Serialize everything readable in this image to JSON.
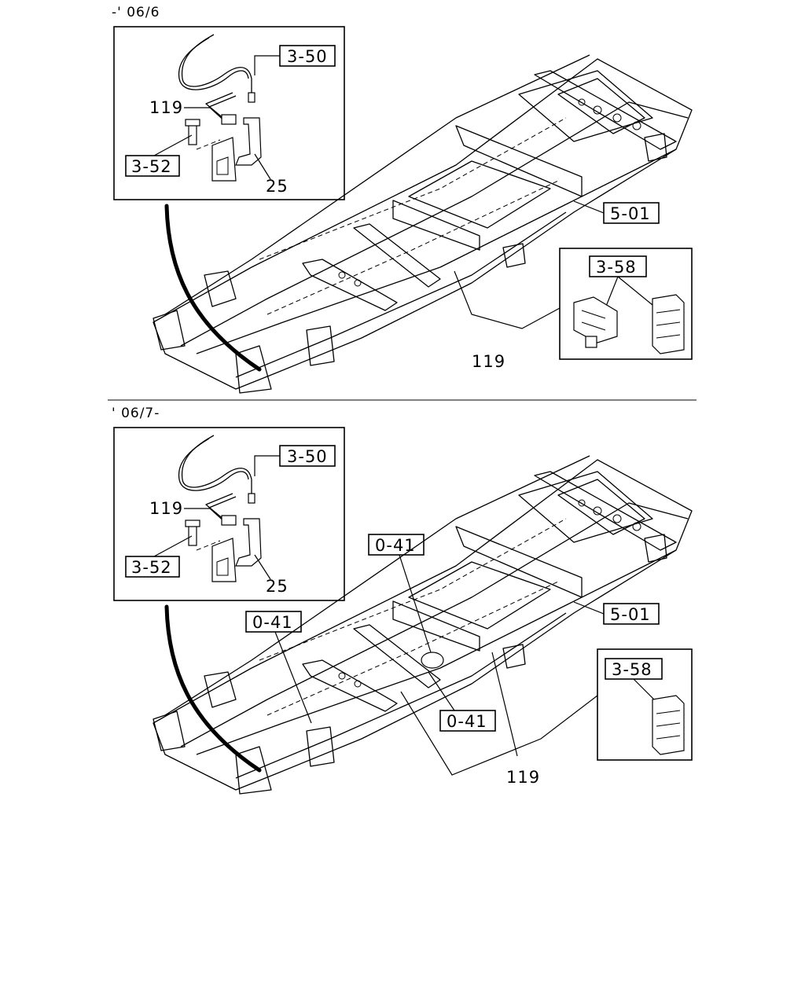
{
  "sections": [
    {
      "period": "-' 06/6",
      "callouts": {
        "inset_3_50": "3-50",
        "inset_119": "119",
        "inset_3_52": "3-52",
        "inset_25": "25",
        "frame_5_01": "5-01",
        "clip_3_58": "3-58",
        "pipe_119": "119"
      }
    },
    {
      "period": "' 06/7-",
      "callouts": {
        "inset_3_50": "3-50",
        "inset_119": "119",
        "inset_3_52": "3-52",
        "inset_25": "25",
        "frame_5_01": "5-01",
        "clip_3_58": "3-58",
        "pipe_119": "119",
        "ref_0_41_a": "0-41",
        "ref_0_41_b": "0-41",
        "ref_0_41_c": "0-41"
      }
    }
  ]
}
